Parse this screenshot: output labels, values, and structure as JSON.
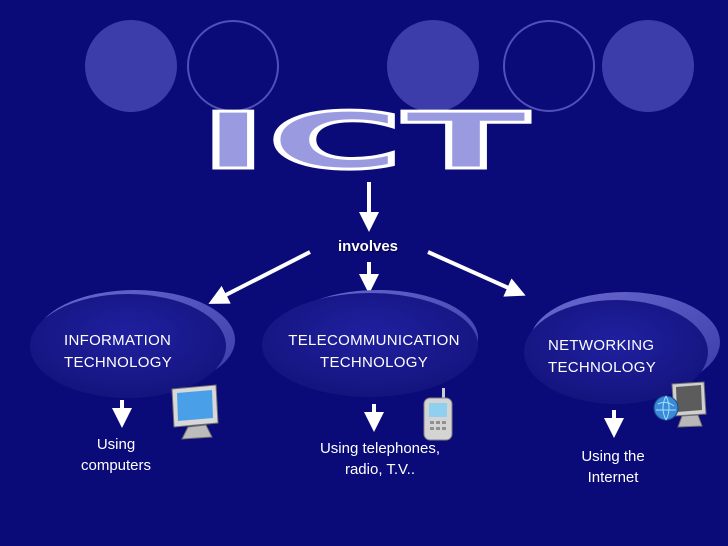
{
  "title": "ICT",
  "connector": "involves",
  "nodes": [
    {
      "label": "INFORMATION\nTECHNOLOGY",
      "caption": "Using\ncomputers",
      "icon": "computer-monitor-icon"
    },
    {
      "label": "TELECOMMUNICATION\nTECHNOLOGY",
      "caption": "Using telephones,\nradio, T.V..",
      "icon": "mobile-phone-icon"
    },
    {
      "label": "NETWORKING\nTECHNOLOGY",
      "caption": "Using the\nInternet",
      "icon": "globe-computer-icon"
    }
  ],
  "colors": {
    "background": "#0a0a78",
    "ellipse": "#1a1a8c",
    "ellipse_back": "#4a4ac0",
    "title_fill": "#9a9ae0",
    "arrow": "#ffffff"
  }
}
